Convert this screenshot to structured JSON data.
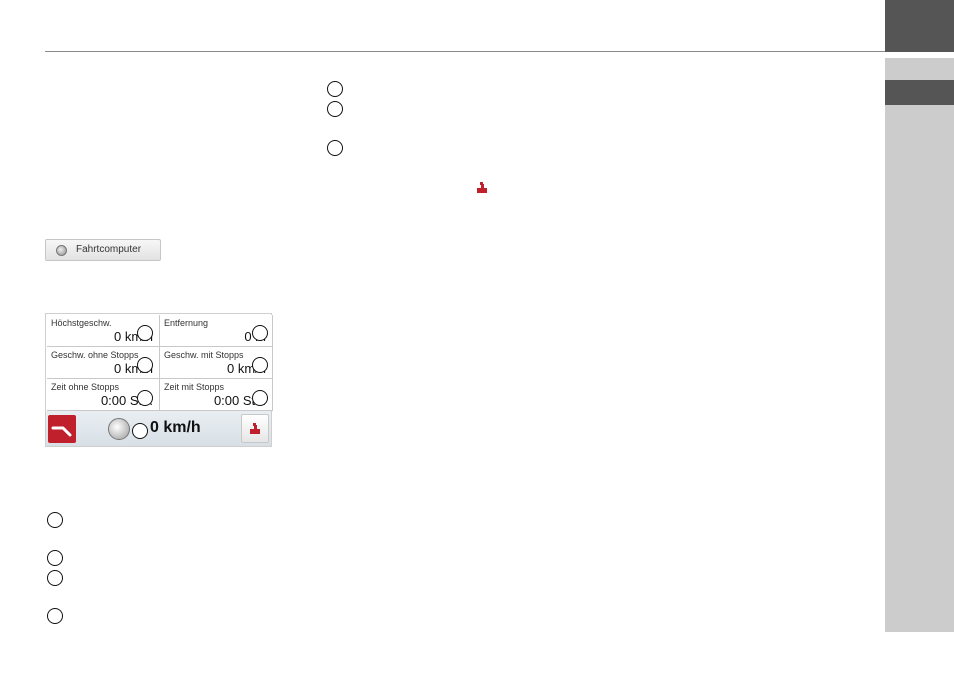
{
  "trip_computer_button": {
    "label": "Fahrtcomputer"
  },
  "trip_computer": {
    "cells": [
      {
        "label": "Höchstgeschw.",
        "value": "0 km/h"
      },
      {
        "label": "Entfernung",
        "value": "0 m"
      },
      {
        "label": "Geschw. ohne Stopps",
        "value": "0 km/h"
      },
      {
        "label": "Geschw. mit Stopps",
        "value": "0 km/h"
      },
      {
        "label": "Zeit ohne Stopps",
        "value": "0:00 Std."
      },
      {
        "label": "Zeit mit Stopps",
        "value": "0:00 Std."
      }
    ],
    "current_speed": "0 km/h"
  },
  "colors": {
    "accent_red": "#c0202c",
    "side_tab_dark": "#555555",
    "side_tab_light": "#cccccc"
  },
  "icons": {
    "inline": "red-menu-icon",
    "turn": "turn-arrow-icon",
    "gauge": "speedometer-icon",
    "menu": "red-menu-icon"
  }
}
